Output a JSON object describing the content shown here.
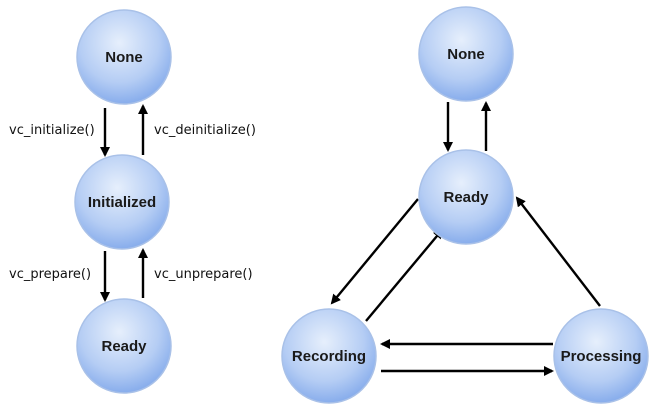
{
  "colors": {
    "node_fill_light": "#dde9fb",
    "node_fill_dark": "#7ea6ea",
    "node_stroke": "#a9c1e8",
    "arrow": "#000000"
  },
  "left_diagram": {
    "nodes": {
      "none": "None",
      "initialized": "Initialized",
      "ready": "Ready"
    },
    "edges": {
      "initialize": "vc_initialize()",
      "deinitialize": "vc_deinitialize()",
      "prepare": "vc_prepare()",
      "unprepare": "vc_unprepare()"
    }
  },
  "right_diagram": {
    "nodes": {
      "none": "None",
      "ready": "Ready",
      "recording": "Recording",
      "processing": "Processing"
    }
  }
}
